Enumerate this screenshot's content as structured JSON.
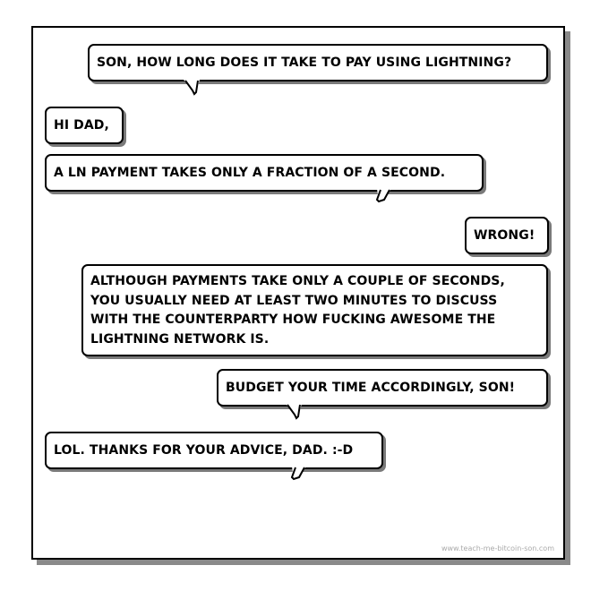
{
  "comic": {
    "credit": "www.teach-me-bitcoin-son.com",
    "bubbles": [
      {
        "speaker": "dad",
        "text": "SON, HOW LONG DOES IT TAKE TO PAY USING LIGHTNING?"
      },
      {
        "speaker": "son",
        "text": "HI DAD,"
      },
      {
        "speaker": "son",
        "text": "A LN PAYMENT TAKES ONLY A FRACTION OF A SECOND."
      },
      {
        "speaker": "dad",
        "text": "WRONG!"
      },
      {
        "speaker": "dad",
        "text": "ALTHOUGH PAYMENTS TAKE ONLY A COUPLE OF SECONDS, YOU USUALLY NEED AT LEAST TWO MINUTES TO DISCUSS WITH THE COUNTERPARTY HOW FUCKING AWESOME THE LIGHTNING NETWORK IS."
      },
      {
        "speaker": "dad",
        "text": "BUDGET YOUR TIME ACCORDINGLY, SON!"
      },
      {
        "speaker": "son",
        "text": "LOL. THANKS FOR YOUR ADVICE, DAD. :-D"
      }
    ]
  }
}
